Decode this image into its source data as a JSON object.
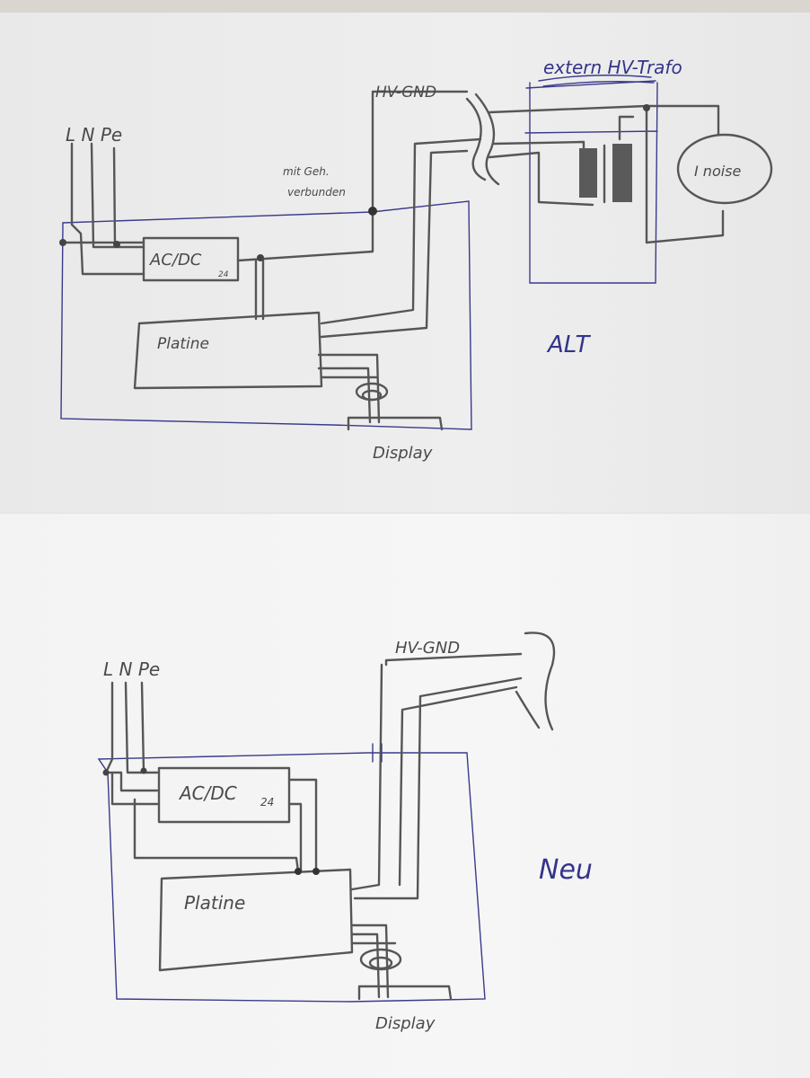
{
  "old_diagram": {
    "title": "ALT",
    "mains_label": "L N Pe",
    "psu_label": "AC/DC",
    "psu_voltage": "24",
    "board_label": "Platine",
    "hv_gnd_label": "HV-GND",
    "chassis_note_line1": "mit Geh.",
    "chassis_note_line2": "verbunden",
    "transformer_label": "extern HV-Trafo",
    "noise_source_label": "I noise",
    "display_label": "Display"
  },
  "new_diagram": {
    "title": "Neu",
    "mains_label": "L N Pe",
    "psu_label": "AC/DC",
    "psu_voltage": "24",
    "board_label": "Platine",
    "hv_gnd_label": "HV-GND",
    "display_label": "Display"
  },
  "colors": {
    "pencil": "#565656",
    "pen": "#3a3a8c"
  }
}
